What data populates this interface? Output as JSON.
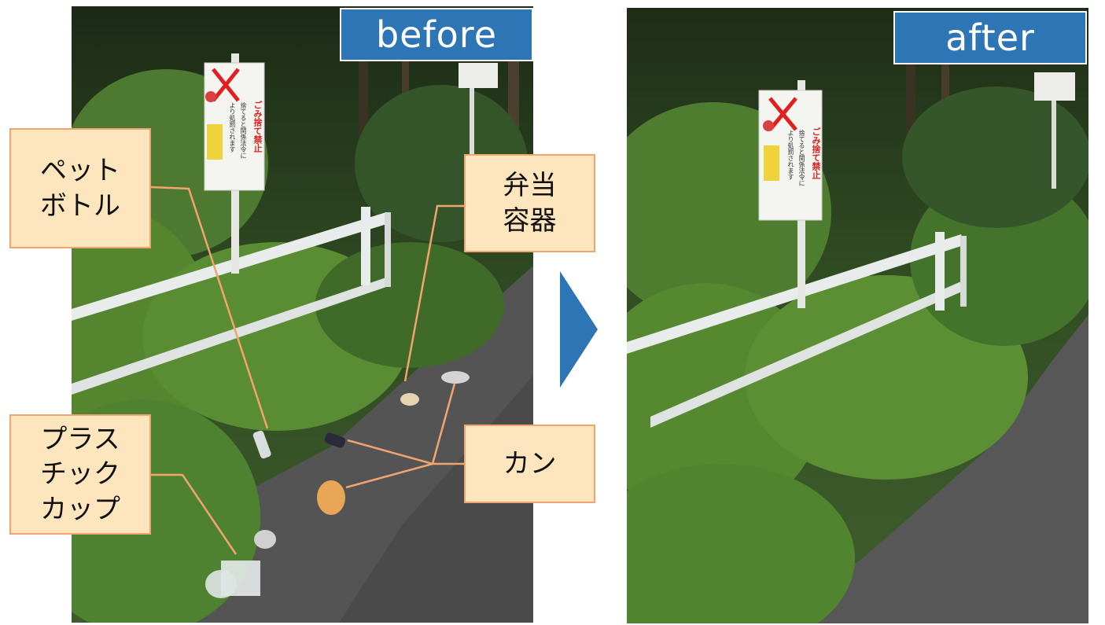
{
  "banners": {
    "before": "before",
    "after": "after"
  },
  "labels": {
    "pet_bottle": "ペット\nボトル",
    "bento_container": "弁当\n容器",
    "can": "カン",
    "plastic_cup": "プラス\nチック\nカップ"
  },
  "sign": {
    "heading": "ごみ捨て禁止",
    "line1": "捨てると関係法令に",
    "line2": "より処罰されます"
  },
  "colors": {
    "banner": "#2e75b6",
    "label_fill": "#fde6bd",
    "label_border": "#f0a46e",
    "leader_line": "#f0a46e",
    "arrow": "#2e75b6",
    "sign_red": "#e02020"
  }
}
